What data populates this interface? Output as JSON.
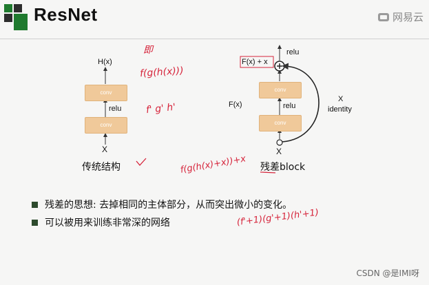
{
  "slide": {
    "title": "ResNet",
    "brand": "网易云",
    "watermark": "CSDN @是IMI呀"
  },
  "diagram": {
    "left": {
      "output_label": "H(x)",
      "conv_top": "conv",
      "relu": "relu",
      "conv_bottom": "conv",
      "input_label": "X",
      "caption": "传统结构"
    },
    "right": {
      "output_relu": "relu",
      "sum_label": "F(x) + x",
      "conv_top": "conv",
      "relu": "relu",
      "conv_bottom": "conv",
      "fx_label": "F(x)",
      "identity_x": "X",
      "identity_label": "identity",
      "input_label": "X",
      "caption": "残差block"
    }
  },
  "bullets": [
    "残差的思想: 去掉相同的主体部分，从而突出微小的变化。",
    "可以被用来训练非常深的网络"
  ],
  "annotations": {
    "a1": "即",
    "a2": "f(g(h(x)))",
    "a3": "f' g' h'",
    "a4": "f(g(h(x)+x))+x",
    "a5": "(f'+1)(g'+1)(h'+1)"
  },
  "colors": {
    "accent_green": "#1f7a2e",
    "conv_fill": "#f0c99a",
    "ink_red": "#d6243b"
  }
}
